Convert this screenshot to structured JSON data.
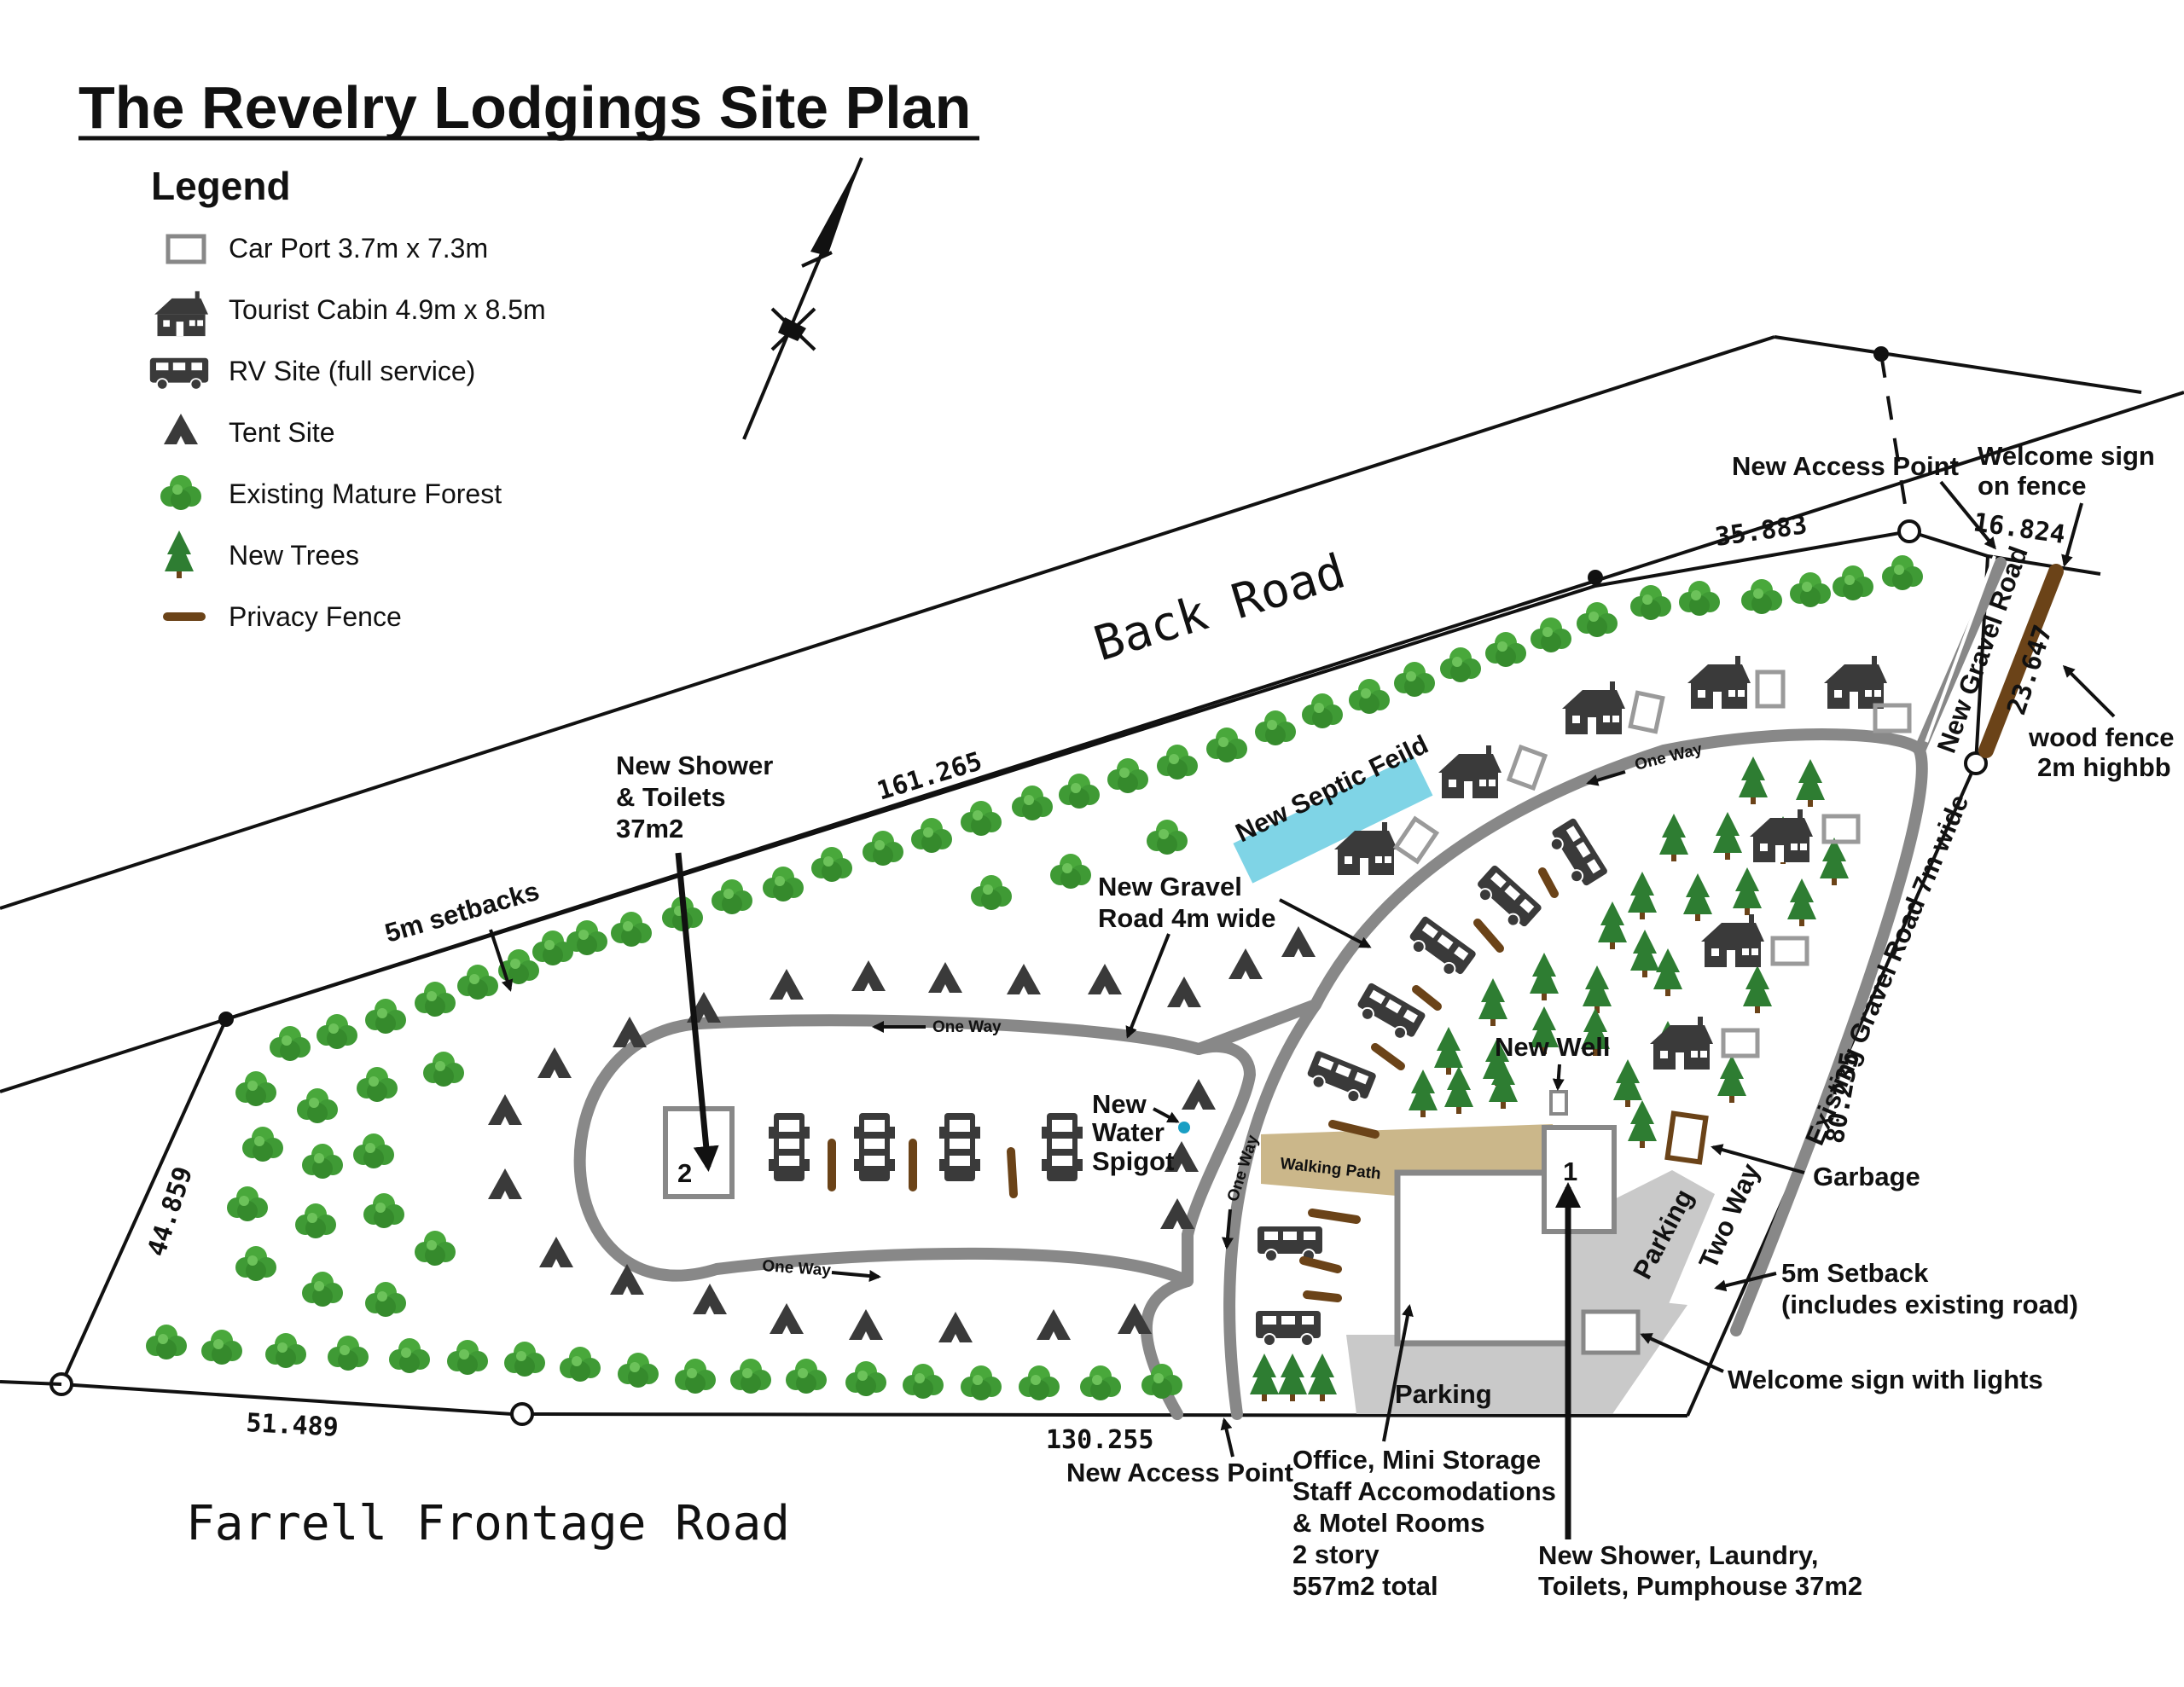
{
  "title": "The Revelry Lodgings Site Plan",
  "legend": {
    "heading": "Legend",
    "items": [
      {
        "icon": "carport-icon",
        "label": "Car Port 3.7m x 7.3m"
      },
      {
        "icon": "cabin-icon",
        "label": "Tourist Cabin 4.9m x 8.5m"
      },
      {
        "icon": "rv-icon",
        "label": "RV Site (full service)"
      },
      {
        "icon": "tent-icon",
        "label": "Tent Site"
      },
      {
        "icon": "forest-icon",
        "label": "Existing Mature Forest"
      },
      {
        "icon": "new-tree-icon",
        "label": "New Trees"
      },
      {
        "icon": "fence-icon",
        "label": "Privacy Fence"
      }
    ]
  },
  "roads": {
    "back": "Back   Road",
    "frontage": "Farrell   Frontage   Road",
    "new_gravel_side": "New Gravel Road",
    "existing_gravel": "Existing Gravel Road 7m wide",
    "two_way": "Two Way",
    "one_way": "One Way"
  },
  "dimensions": {
    "top_1": "161.265",
    "top_2": "35.883",
    "top_3": "16.824",
    "right_1": "23.647",
    "right_2": "80.235",
    "left": "44.859",
    "bottom_1": "51.489",
    "bottom_2": "130.255"
  },
  "labels": {
    "new_shower_1": "New Shower",
    "new_shower_2": "& Toilets",
    "new_shower_3": "37m2",
    "setbacks": "5m setbacks",
    "septic": "New Septic Feild",
    "gravel_4m_1": "New Gravel",
    "gravel_4m_2": "Road 4m wide",
    "access_top": "New Access Point",
    "welcome_fence_1": "Welcome sign",
    "welcome_fence_2": "on fence",
    "wood_fence_1": "wood fence",
    "wood_fence_2": "2m highbb",
    "new_well": "New Well",
    "water_1": "New",
    "water_2": "Water",
    "water_3": "Spigot",
    "walking_path": "Walking Path",
    "garbage": "Garbage",
    "setback_5m_1": "5m Setback",
    "setback_5m_2": "(includes existing road)",
    "parking": "Parking",
    "welcome_lights": "Welcome sign with lights",
    "access_bottom": "New Access Point",
    "building_1": "1",
    "building_2": "2",
    "office_1": "Office, Mini Storage",
    "office_2": "Staff Accomodations",
    "office_3": "& Motel Rooms",
    "office_4": "2 story",
    "office_5": "557m2 total",
    "shower_laundry_1": "New Shower, Laundry,",
    "shower_laundry_2": "Toilets, Pumphouse 37m2"
  },
  "colors": {
    "road": "#888888",
    "forest": "#3f9a35",
    "new_tree": "#2e7d32",
    "fence": "#6b4318",
    "septic": "#7fd4e6",
    "path": "#cbb78a",
    "parking": "#c9c9c9",
    "icon": "#3a3a3a",
    "spigot": "#1a9fc4"
  }
}
